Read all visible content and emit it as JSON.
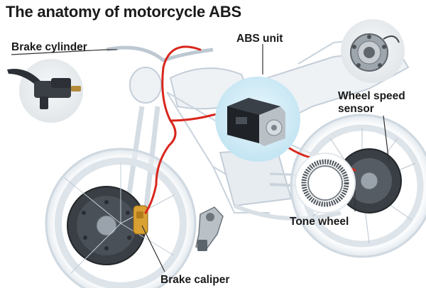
{
  "title": "The anatomy of motorcycle ABS",
  "labels": {
    "brake_cylinder": "Brake cylinder",
    "abs_unit": "ABS unit",
    "wheel_speed_line1": "Wheel speed",
    "wheel_speed_line2": "sensor",
    "tone_wheel": "Tone wheel",
    "brake_caliper": "Brake caliper"
  },
  "colors": {
    "brake_line": "#d9261c",
    "leader_line": "#333333",
    "ghost_frame": "#c9d3dc",
    "inset_background": "#e8ecef",
    "abs_inset_background": "#cfeaf6"
  },
  "icons": {
    "brake_lever": "brake-lever-icon",
    "abs_unit": "abs-module-icon",
    "wheel_hub": "wheel-hub-icon",
    "tone_ring": "tone-ring-icon",
    "caliper": "caliper-icon"
  }
}
